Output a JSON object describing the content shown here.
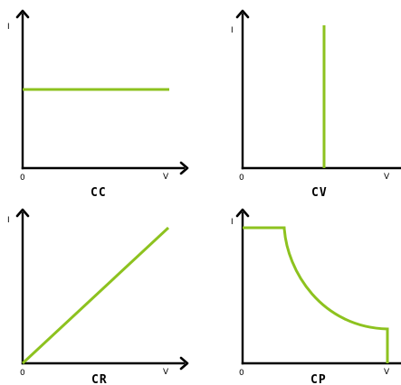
{
  "style": {
    "curve_color": "#8dc21f",
    "axis_color": "#000000"
  },
  "panels": [
    {
      "id": "cc",
      "mode_label": "CC",
      "y_axis_label": "I",
      "x_axis_label": "V",
      "origin_label": "0",
      "curve_shape": "horizontal-line"
    },
    {
      "id": "cv",
      "mode_label": "CV",
      "y_axis_label": "I",
      "x_axis_label": "V",
      "origin_label": "0",
      "curve_shape": "vertical-line"
    },
    {
      "id": "cr",
      "mode_label": "CR",
      "y_axis_label": "I",
      "x_axis_label": "V",
      "origin_label": "0",
      "curve_shape": "diagonal-line-through-origin"
    },
    {
      "id": "cp",
      "mode_label": "CP",
      "y_axis_label": "I",
      "x_axis_label": "V",
      "origin_label": "0",
      "curve_shape": "flat-then-hyperbola-then-drop"
    }
  ]
}
